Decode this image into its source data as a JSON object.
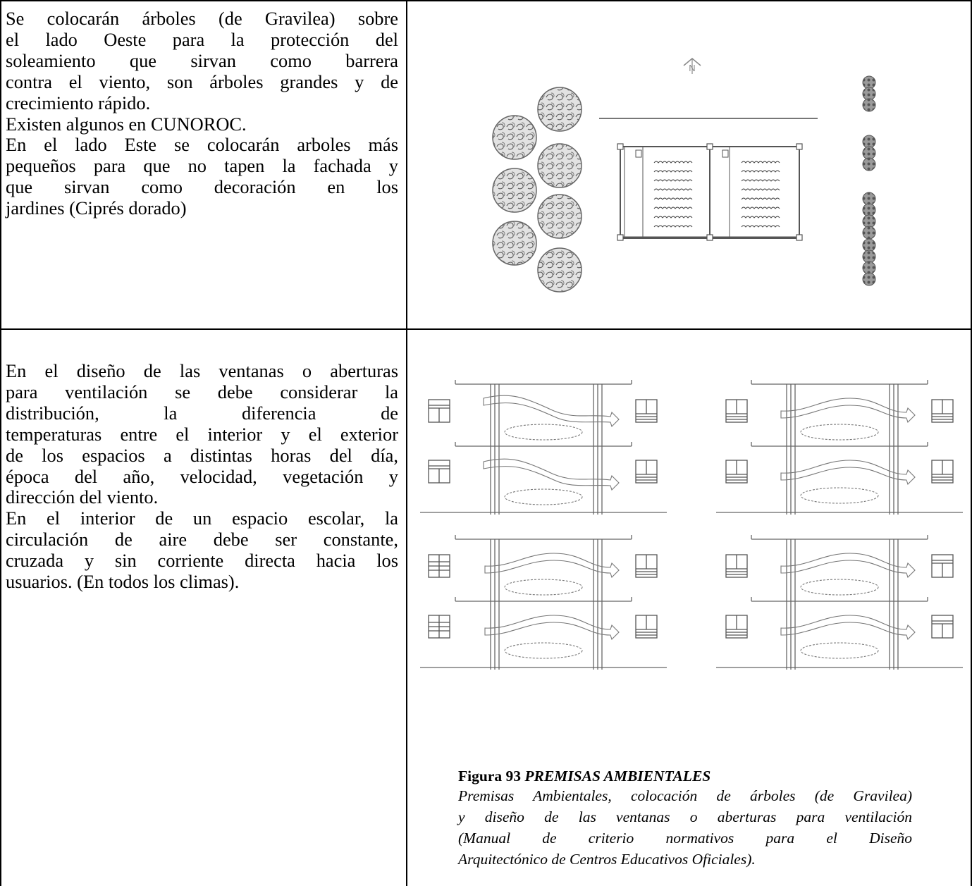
{
  "row1": {
    "paragraph1": [
      "Se colocarán árboles  (de Gravilea) sobre",
      "el lado Oeste    para la protección del",
      "soleamiento   que sirvan como barrera",
      "contra el viento, son árboles grandes y de",
      "crecimiento rápido."
    ],
    "paragraph2": "Existen algunos  en  CUNOROC.",
    "paragraph3": [
      "En el lado Este se colocarán arboles más",
      "pequeños para que no tapen la fachada y",
      "que  sirvan  como  decoración  en  los",
      "jardines (Ciprés dorado)"
    ],
    "north_label": "N"
  },
  "row2": {
    "paragraph1": [
      "En el diseño de las ventanas o aberturas",
      "para ventilación se debe considerar la",
      "distribución,       la       diferencia       de",
      "temperaturas entre el interior y el exterior",
      "de los espacios a distintas horas del día,",
      "época del año, velocidad, vegetación y",
      "dirección del viento."
    ],
    "paragraph2": [
      "En el interior de un espacio escolar, la",
      "circulación de aire debe ser constante,",
      "cruzada y sin corriente directa hacia los",
      "usuarios. (En todos los climas)."
    ],
    "caption": {
      "label": "Figura 93 ",
      "title": "PREMISAS AMBIENTALES",
      "lines": [
        "Premisas Ambientales, colocación de árboles (de Gravilea)",
        "y diseño de las ventanas o  aberturas para ventilación",
        "(Manual  de  criterio  normativos  para  el  Diseño",
        "Arquitectónico de Centros Educativos Oficiales)."
      ]
    }
  }
}
